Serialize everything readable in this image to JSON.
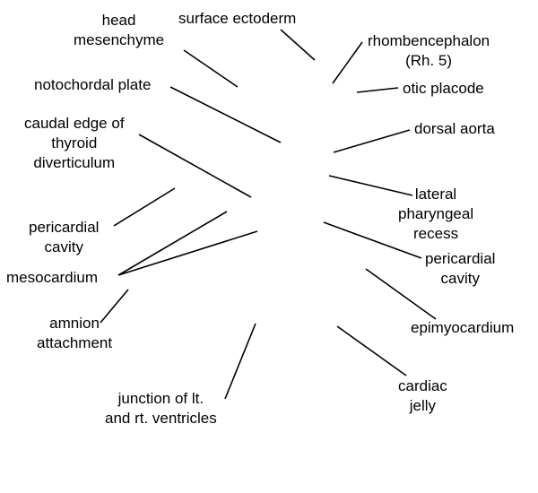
{
  "labels": {
    "head_mesenchyme": [
      "head",
      "mesenchyme"
    ],
    "surface_ectoderm": [
      "surface ectoderm"
    ],
    "rhombencephalon": [
      "rhombencephalon",
      "(Rh. 5)"
    ],
    "notochordal_plate": [
      "notochordal plate"
    ],
    "otic_placode": [
      "otic placode"
    ],
    "caudal_edge_thyroid": [
      "caudal edge of",
      "thyroid",
      "diverticulum"
    ],
    "dorsal_aorta": [
      "dorsal aorta"
    ],
    "lateral_pharyngeal_recess": [
      "lateral",
      "pharyngeal",
      "recess"
    ],
    "pericardial_cavity_left": [
      "pericardial",
      "cavity"
    ],
    "pericardial_cavity_right": [
      "pericardial",
      "cavity"
    ],
    "mesocardium": [
      "mesocardium"
    ],
    "amnion_attachment": [
      "amnion",
      "attachment"
    ],
    "epimyocardium": [
      "epimyocardium"
    ],
    "junction_ventricles": [
      "junction of lt.",
      "and rt. ventricles"
    ],
    "cardiac_jelly": [
      "cardiac",
      "jelly"
    ]
  },
  "colors": {
    "line": "#000000",
    "text": "#000000",
    "background": "#ffffff"
  }
}
